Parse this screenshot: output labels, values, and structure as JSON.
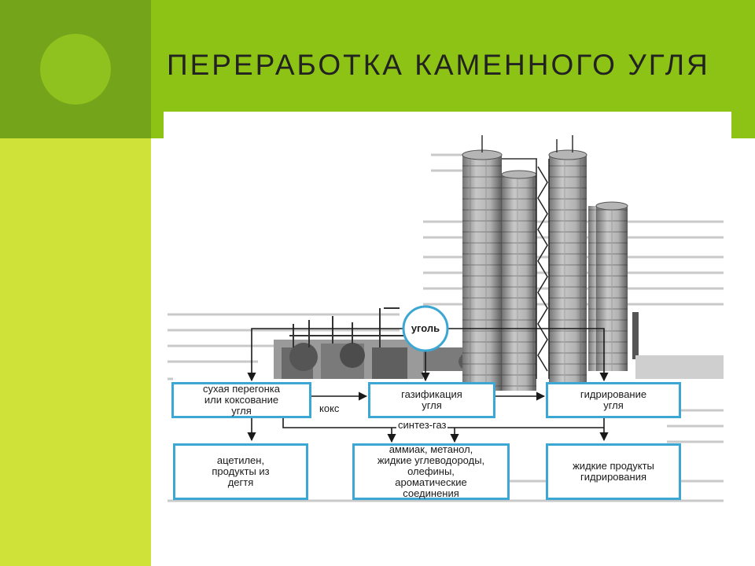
{
  "slide": {
    "title": "ПЕРЕРАБОТКА КАМЕННОГО УГЛЯ"
  },
  "colors": {
    "title_band": "#8cc314",
    "corner_block": "#74a419",
    "corner_circle": "#8fc21e",
    "left_bar": "#cfe23a",
    "box_border": "#3ca7d2"
  },
  "diagram": {
    "source": "уголь",
    "processes": [
      {
        "lines": [
          "сухая перегонка",
          "или коксование",
          "угля"
        ]
      },
      {
        "lines": [
          "газификация",
          "угля"
        ]
      },
      {
        "lines": [
          "гидрирование",
          "угля"
        ]
      }
    ],
    "products": [
      {
        "lines": [
          "ацетилен,",
          "продукты из",
          "дегтя"
        ]
      },
      {
        "lines": [
          "аммиак, метанол,",
          "жидкие углеводороды,",
          "олефины,",
          "ароматические",
          "соединения"
        ]
      },
      {
        "lines": [
          "жидкие продукты",
          "гидрирования"
        ]
      }
    ],
    "edge_labels": {
      "coke": "кокс",
      "syngas": "синтез-газ"
    }
  }
}
